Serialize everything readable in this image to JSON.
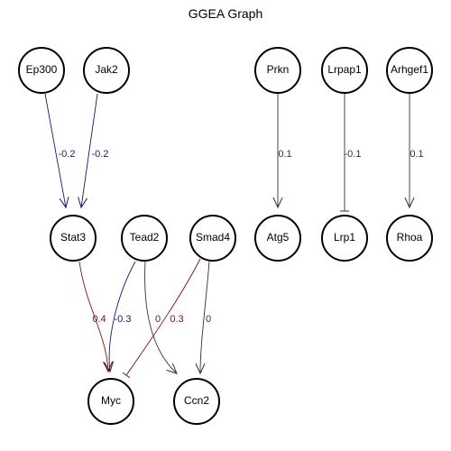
{
  "title": "GGEA Graph",
  "colors": {
    "negative": "#1a1a6e",
    "positive": "#7a1010",
    "neutral": "#333333",
    "node_stroke_default": "#000000",
    "node_stroke_stat3": "#0b2a0b"
  },
  "nodes": [
    {
      "id": "Ep300",
      "label": "Ep300"
    },
    {
      "id": "Jak2",
      "label": "Jak2"
    },
    {
      "id": "Prkn",
      "label": "Prkn"
    },
    {
      "id": "Lrpap1",
      "label": "Lrpap1"
    },
    {
      "id": "Arhgef1",
      "label": "Arhgef1"
    },
    {
      "id": "Stat3",
      "label": "Stat3"
    },
    {
      "id": "Tead2",
      "label": "Tead2"
    },
    {
      "id": "Smad4",
      "label": "Smad4"
    },
    {
      "id": "Atg5",
      "label": "Atg5"
    },
    {
      "id": "Lrp1",
      "label": "Lrp1"
    },
    {
      "id": "Rhoa",
      "label": "Rhoa"
    },
    {
      "id": "Myc",
      "label": "Myc"
    },
    {
      "id": "Ccn2",
      "label": "Ccn2"
    }
  ],
  "edges": [
    {
      "from": "Ep300",
      "to": "Stat3",
      "label": "-0.2",
      "type": "activation",
      "color": "negative"
    },
    {
      "from": "Jak2",
      "to": "Stat3",
      "label": "-0.2",
      "type": "activation",
      "color": "negative"
    },
    {
      "from": "Prkn",
      "to": "Atg5",
      "label": "0.1",
      "type": "activation",
      "color": "neutral"
    },
    {
      "from": "Lrpap1",
      "to": "Lrp1",
      "label": "-0.1",
      "type": "inhibition",
      "color": "neutral"
    },
    {
      "from": "Arhgef1",
      "to": "Rhoa",
      "label": "0.1",
      "type": "activation",
      "color": "neutral"
    },
    {
      "from": "Stat3",
      "to": "Myc",
      "label": "0.4",
      "type": "activation",
      "color": "positive"
    },
    {
      "from": "Tead2",
      "to": "Myc",
      "label": "-0.3",
      "type": "activation",
      "color": "negative"
    },
    {
      "from": "Tead2",
      "to": "Ccn2",
      "label": "0",
      "type": "activation",
      "color": "neutral"
    },
    {
      "from": "Smad4",
      "to": "Myc",
      "label": "0.3",
      "type": "inhibition",
      "color": "positive"
    },
    {
      "from": "Smad4",
      "to": "Ccn2",
      "label": "0",
      "type": "activation",
      "color": "neutral"
    }
  ]
}
